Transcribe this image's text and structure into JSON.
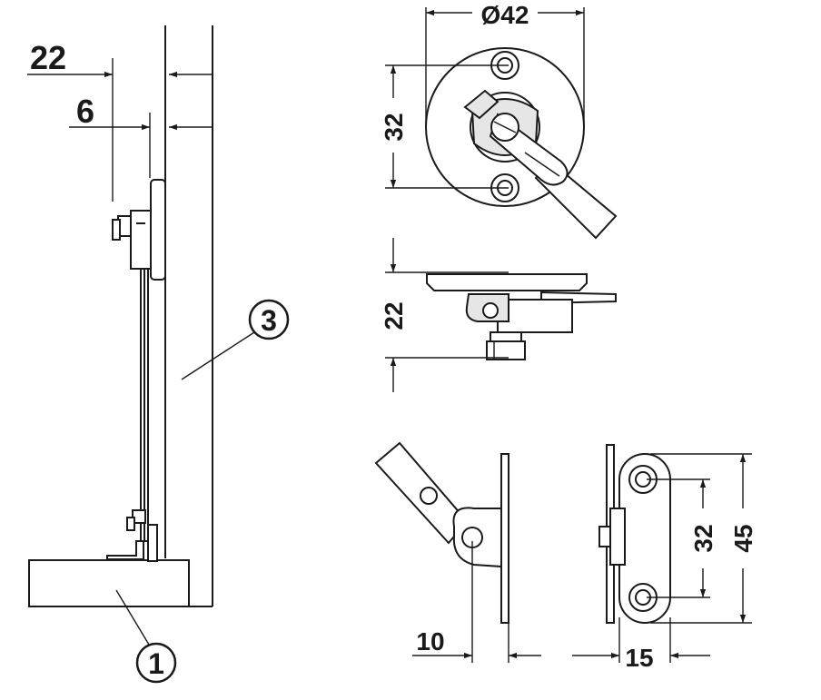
{
  "dimensions": {
    "d22_top": "22",
    "d6": "6",
    "diameter42": "Ø42",
    "d32_top": "32",
    "d22_side": "22",
    "d10": "10",
    "d15": "15",
    "d32_bottom": "32",
    "d45": "45"
  },
  "callouts": {
    "c1": "1",
    "c3": "3"
  },
  "colors": {
    "line": "#1a1a1a",
    "fill_gray": "#e6e6e6",
    "background": "#ffffff"
  }
}
